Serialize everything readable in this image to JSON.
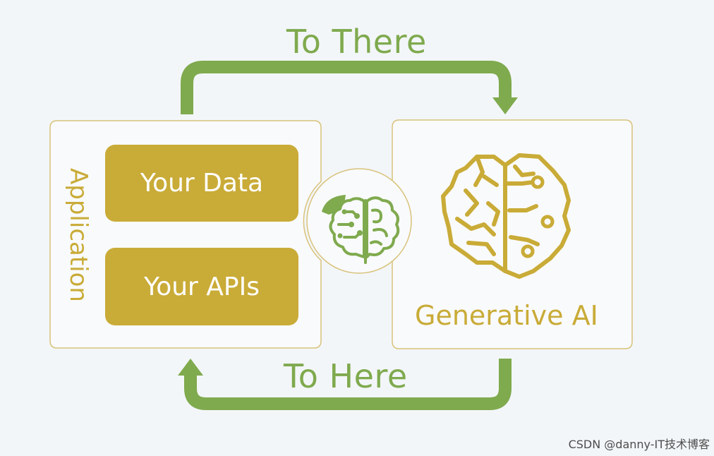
{
  "diagram": {
    "top_flow_label": "To There",
    "bottom_flow_label": "To Here",
    "application": {
      "label": "Application",
      "blocks": [
        "Your Data",
        "Your APIs"
      ]
    },
    "generative_ai": {
      "label": "Generative AI"
    }
  },
  "watermark": "CSDN @danny-IT技术博客",
  "colors": {
    "background": "#f3f6f9",
    "arrow_green": "#7faa4e",
    "gold": "#c9ab37",
    "panel_border": "#d8c27a",
    "panel_fill": "#f9fafb",
    "watermark": "#4d4d4d"
  },
  "icons": [
    "brain-leaf-icon",
    "brain-circuit-icon"
  ]
}
